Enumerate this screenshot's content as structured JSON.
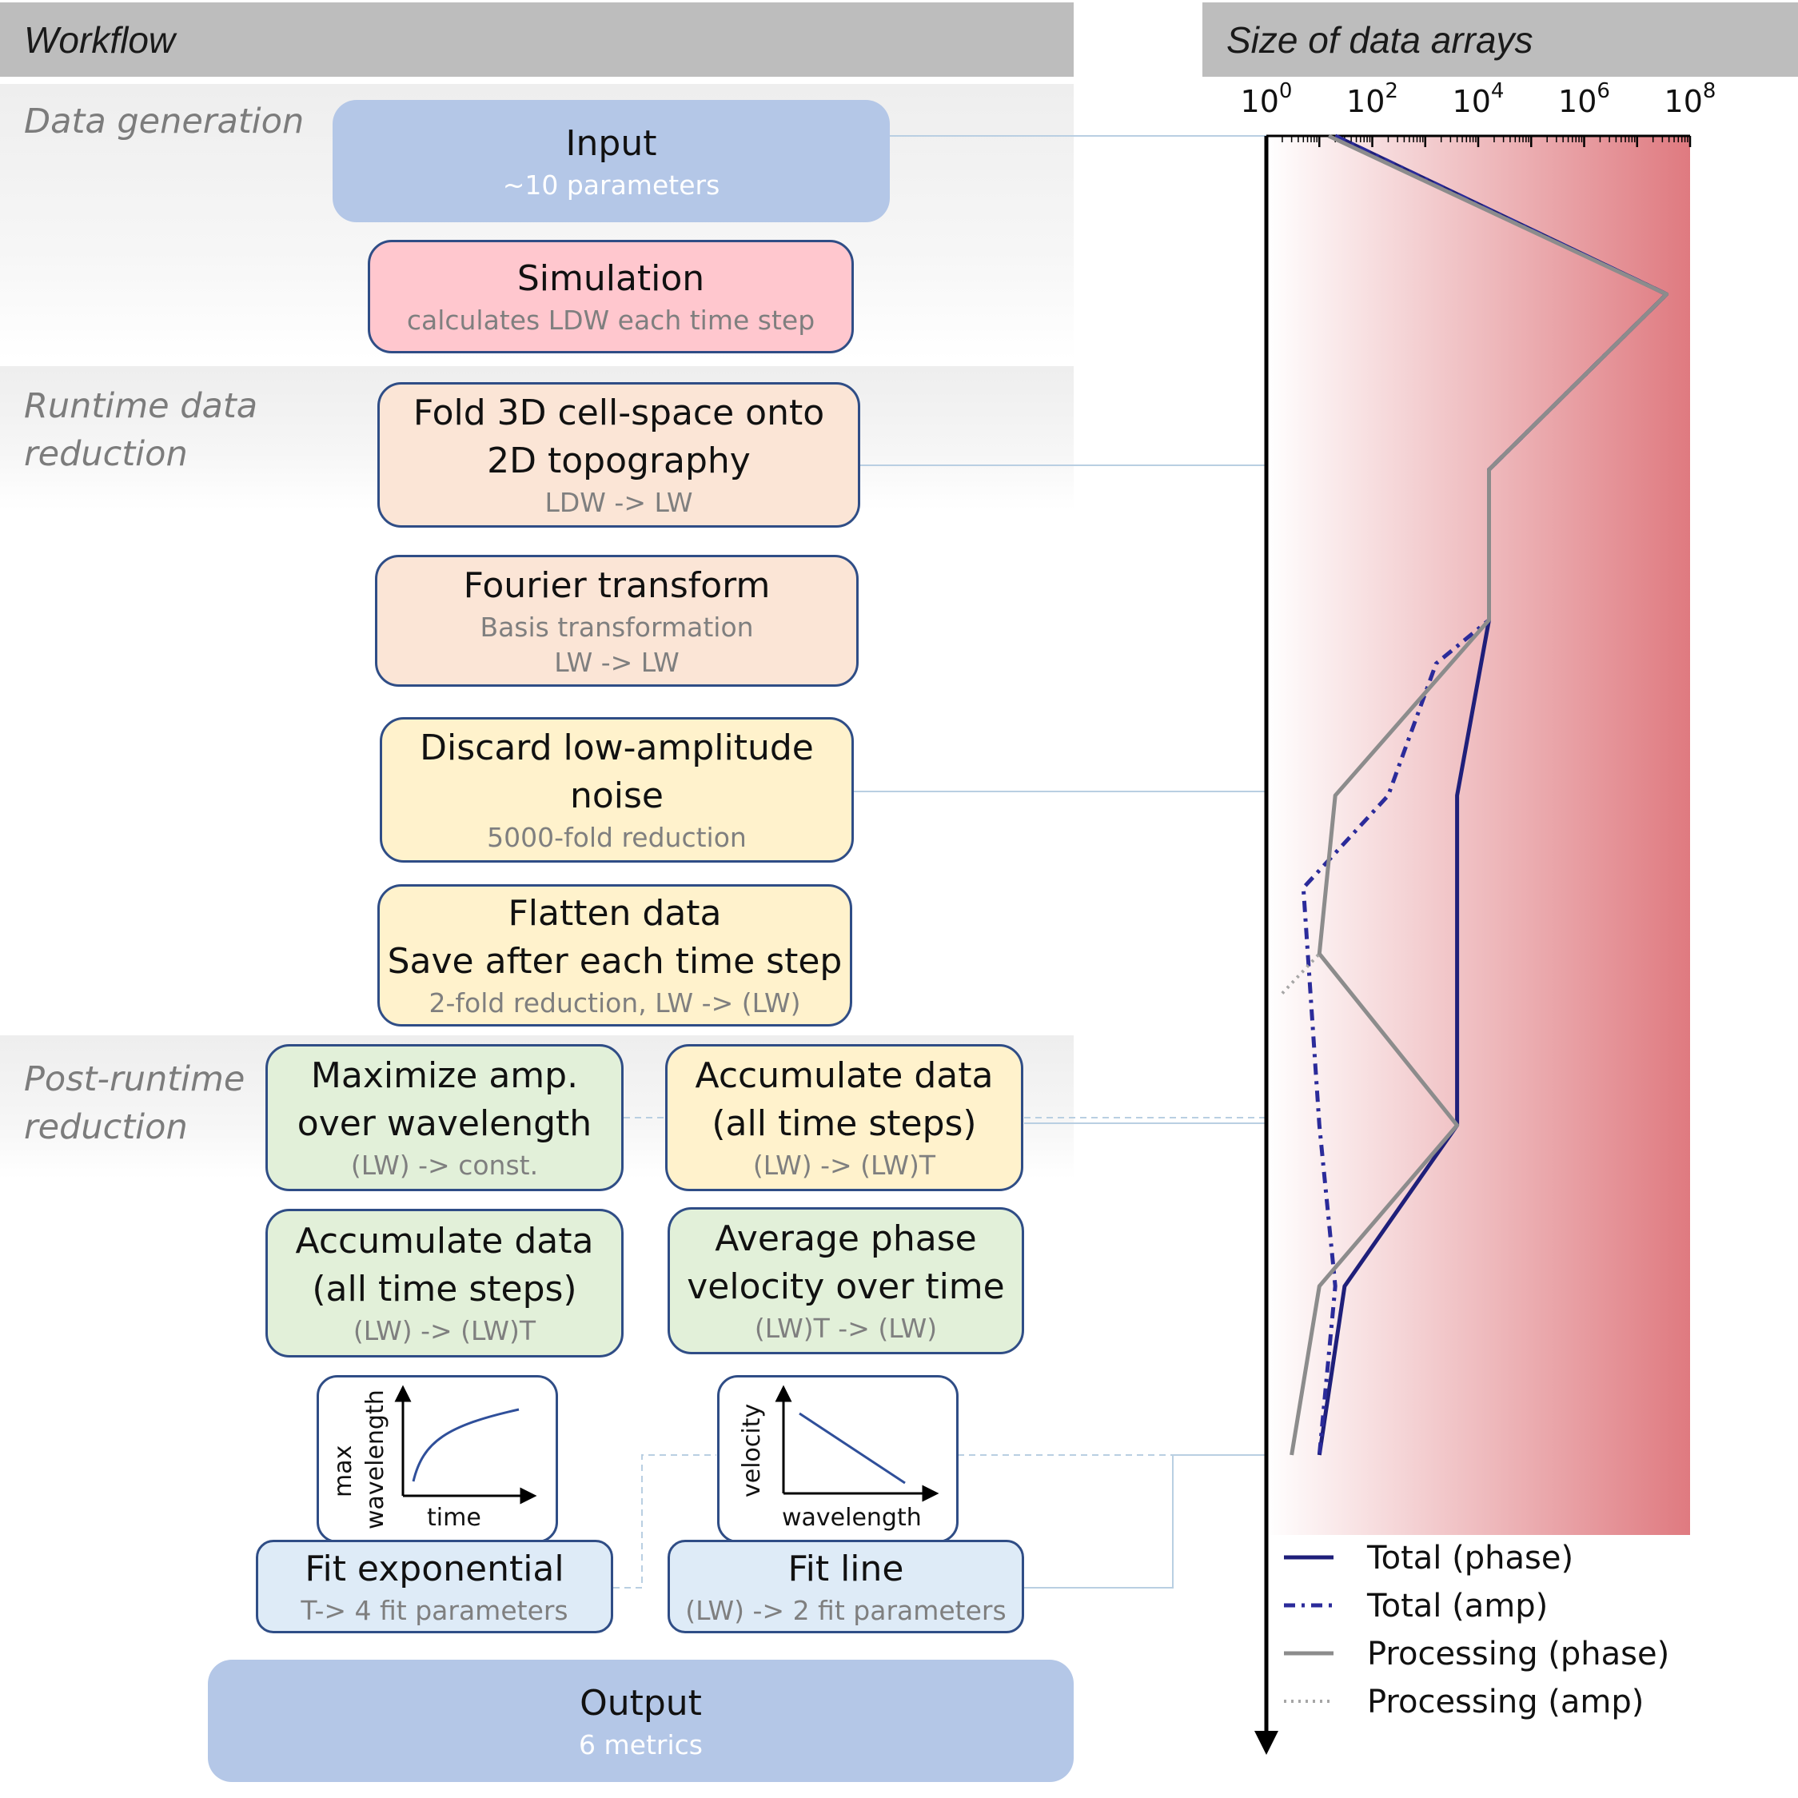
{
  "headers": {
    "workflow": "Workflow",
    "sizes": "Size of data arrays"
  },
  "stages": {
    "data_generation": "Data generation",
    "runtime": "Runtime data\nreduction",
    "post_runtime": "Post-runtime\nreduction"
  },
  "boxes": {
    "input": {
      "title": "Input",
      "sub": "~10 parameters"
    },
    "simulation": {
      "title": "Simulation",
      "sub": "calculates LDW each time step"
    },
    "fold": {
      "title": "Fold 3D cell-space onto\n2D topography",
      "sub": "LDW -> LW"
    },
    "fourier": {
      "title": "Fourier transform",
      "sub": "Basis transformation\nLW -> LW"
    },
    "discard": {
      "title": "Discard low-amplitude\nnoise",
      "sub": "5000-fold reduction"
    },
    "flatten": {
      "title": "Flatten data\nSave after each time step",
      "sub": "2-fold reduction, LW -> (LW)"
    },
    "maximize": {
      "title": "Maximize amp.\nover wavelength",
      "sub": "(LW) -> const."
    },
    "accumulate_right": {
      "title": "Accumulate data\n(all time steps)",
      "sub": "(LW) -> (LW)T"
    },
    "accumulate_left": {
      "title": "Accumulate data\n(all time steps)",
      "sub": "(LW) -> (LW)T"
    },
    "average": {
      "title": "Average phase\nvelocity over time",
      "sub": "(LW)T -> (LW)"
    },
    "fit_exp": {
      "title": "Fit exponential",
      "sub": "T-> 4 fit parameters"
    },
    "fit_line": {
      "title": "Fit line",
      "sub": "(LW) -> 2 fit parameters"
    },
    "output": {
      "title": "Output",
      "sub": "6 metrics"
    }
  },
  "mini_plots": {
    "left": {
      "ylabel_1": "max",
      "ylabel_2": "wavelength",
      "xlabel": "time"
    },
    "right": {
      "ylabel": "velocity",
      "xlabel": "wavelength"
    }
  },
  "colors": {
    "total_phase": "#1f1f7a",
    "total_amp": "#2b2b9a",
    "processing_phase": "#8c8c8c",
    "processing_amp": "#a6a6a6",
    "gradient_end": "#df7a80"
  },
  "chart_data": {
    "type": "line",
    "orientation": "horizontal, log x-axis on top, workflow step axis pointing down",
    "xscale": "log",
    "xlim": [
      1,
      100000000
    ],
    "x_tick_labels": [
      {
        "base": "10",
        "exp": "0"
      },
      {
        "base": "10",
        "exp": "2"
      },
      {
        "base": "10",
        "exp": "4"
      },
      {
        "base": "10",
        "exp": "6"
      },
      {
        "base": "10",
        "exp": "8"
      }
    ],
    "x_tick_values": [
      1,
      100,
      10000,
      1000000,
      100000000
    ],
    "series": [
      {
        "name": "Total (phase)",
        "style": "solid",
        "color_key": "total_phase",
        "points": [
          [
            20,
            0
          ],
          [
            36000000.0,
            0.12
          ],
          [
            16000.0,
            0.253
          ],
          [
            16000.0,
            0.367
          ],
          [
            4000,
            0.5
          ],
          [
            4000,
            0.75
          ],
          [
            30,
            0.872
          ],
          [
            10,
            1
          ]
        ]
      },
      {
        "name": "Total (amp)",
        "style": "dashdot",
        "color_key": "total_amp",
        "points": [
          [
            20,
            0
          ],
          [
            36000000.0,
            0.12
          ],
          [
            16000.0,
            0.253
          ],
          [
            16000.0,
            0.367
          ],
          [
            1600.0,
            0.4
          ],
          [
            200,
            0.5
          ],
          [
            5,
            0.57
          ],
          [
            10,
            0.75
          ],
          [
            20,
            0.872
          ],
          [
            10,
            1
          ]
        ]
      },
      {
        "name": "Processing (phase)",
        "style": "solid",
        "color_key": "processing_phase",
        "points": [
          [
            15,
            0
          ],
          [
            36000000.0,
            0.12
          ],
          [
            16000.0,
            0.253
          ],
          [
            16000.0,
            0.367
          ],
          [
            20,
            0.5
          ],
          [
            10,
            0.62
          ],
          [
            4000,
            0.75
          ],
          [
            10,
            0.872
          ],
          [
            3,
            1
          ]
        ]
      },
      {
        "name": "Processing (amp)",
        "style": "dotted",
        "color_key": "processing_amp",
        "points": [
          [
            2,
            0.65
          ],
          [
            10,
            0.62
          ]
        ]
      }
    ],
    "legend": [
      {
        "label": "Total (phase)",
        "style": "solid",
        "color_key": "total_phase"
      },
      {
        "label": "Total (amp)",
        "style": "dashdot",
        "color_key": "total_amp"
      },
      {
        "label": "Processing (phase)",
        "style": "solid",
        "color_key": "processing_phase"
      },
      {
        "label": "Processing (amp)",
        "style": "dotted",
        "color_key": "processing_amp"
      }
    ],
    "legend_placement": "bottom"
  }
}
